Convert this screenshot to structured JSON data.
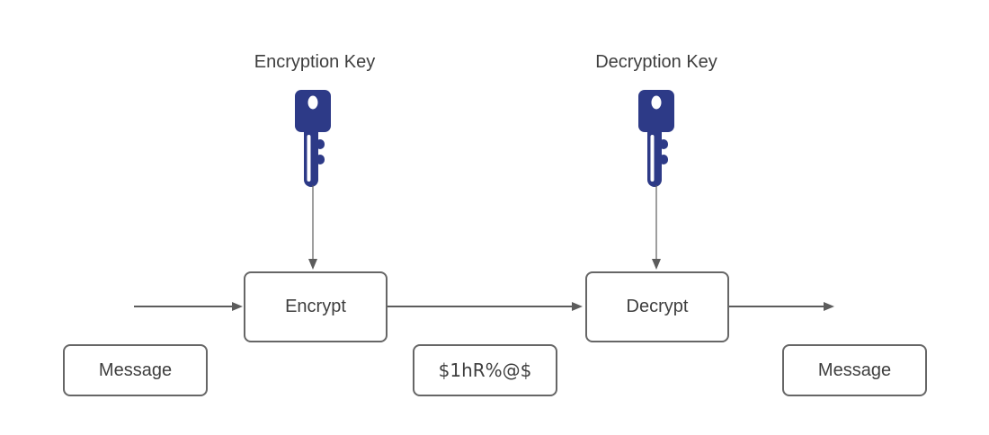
{
  "diagram": {
    "type": "encryption-flow",
    "labels": {
      "encryption_key": "Encryption Key",
      "decryption_key": "Decryption Key"
    },
    "nodes": {
      "encrypt": "Encrypt",
      "decrypt": "Decrypt",
      "message_input": "Message",
      "ciphertext": "$1hR%@$",
      "message_output": "Message"
    },
    "icons": {
      "encryption_key": "key-icon",
      "decryption_key": "key-icon"
    },
    "colors": {
      "key_fill": "#2d3a87",
      "line_color": "#5c5c5c",
      "box_border": "#666666",
      "text_color": "#3e3e3e",
      "background": "#ffffff"
    }
  }
}
